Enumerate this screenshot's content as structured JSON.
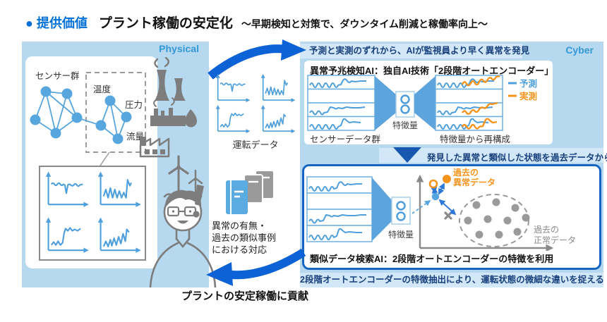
{
  "title": {
    "label": "● 提供価値",
    "main": "プラント稼働の安定化",
    "sub": "～早期検知と対策で、ダウンタイム削減と稼働率向上～"
  },
  "physical": {
    "label": "Physical",
    "sensor_group": "センサー群",
    "sensor_temp": "温度",
    "sensor_press": "圧力",
    "sensor_flow": "流量"
  },
  "middle": {
    "operation_data": "運転データ",
    "response_line1": "異常の有無・",
    "response_line2": "過去の類似事例",
    "response_line3": "における対応"
  },
  "cyber": {
    "label": "Cyber",
    "step1_header": "予測と実測のずれから、AIが監視員より早く異常を発見",
    "box1_title": "異常予兆検知AI：独自AI技術「2段階オートエンコーダー」",
    "box1_input": "センサーデータ群",
    "box1_feature": "特徴量",
    "box1_output": "特徴量から再構成",
    "legend_pred": "予測",
    "legend_actual": "実測",
    "step2_header": "発見した異常と類似した状態を過去データから検索",
    "box2_feature": "特徴量",
    "anomaly_line1": "過去の",
    "anomaly_line2": "異常データ",
    "normal_line1": "過去の",
    "normal_line2": "正常データ",
    "box2_title": "類似データ検索AI：2段階オートエンコーダーの特徴を利用",
    "footer": "2段階オートエンコーダーの特徴抽出により、運転状態の微細な違いを捉える"
  },
  "caption": "プラントの安定稼働に貢献",
  "icons": {
    "cooling_tower": "cooling-tower-icon",
    "refinery": "refinery-flame-icon",
    "factory": "factory-icon",
    "wind_turbine": "wind-turbine-icon",
    "operator": "operator-person-icon",
    "exclamation": "exclamation-icon",
    "documents": "case-documents-icon",
    "arrow_right": "flow-arrow-to-cyber",
    "arrow_left": "flow-arrow-to-physical",
    "triangle_down": "step-down-triangle"
  },
  "colors": {
    "panel_bg": "#b7d9f0",
    "band_bg": "#d2e7f8",
    "navy_text": "#17407c",
    "accent_blue": "#0d62d6",
    "label_blue": "#3399d6",
    "title_blue": "#0070d6",
    "wave_blue": "#4f9fdc",
    "node_blue": "#58a6de",
    "orange": "#f5941d",
    "gray": "#8a8a8a",
    "box2_border": "#1666c1"
  }
}
